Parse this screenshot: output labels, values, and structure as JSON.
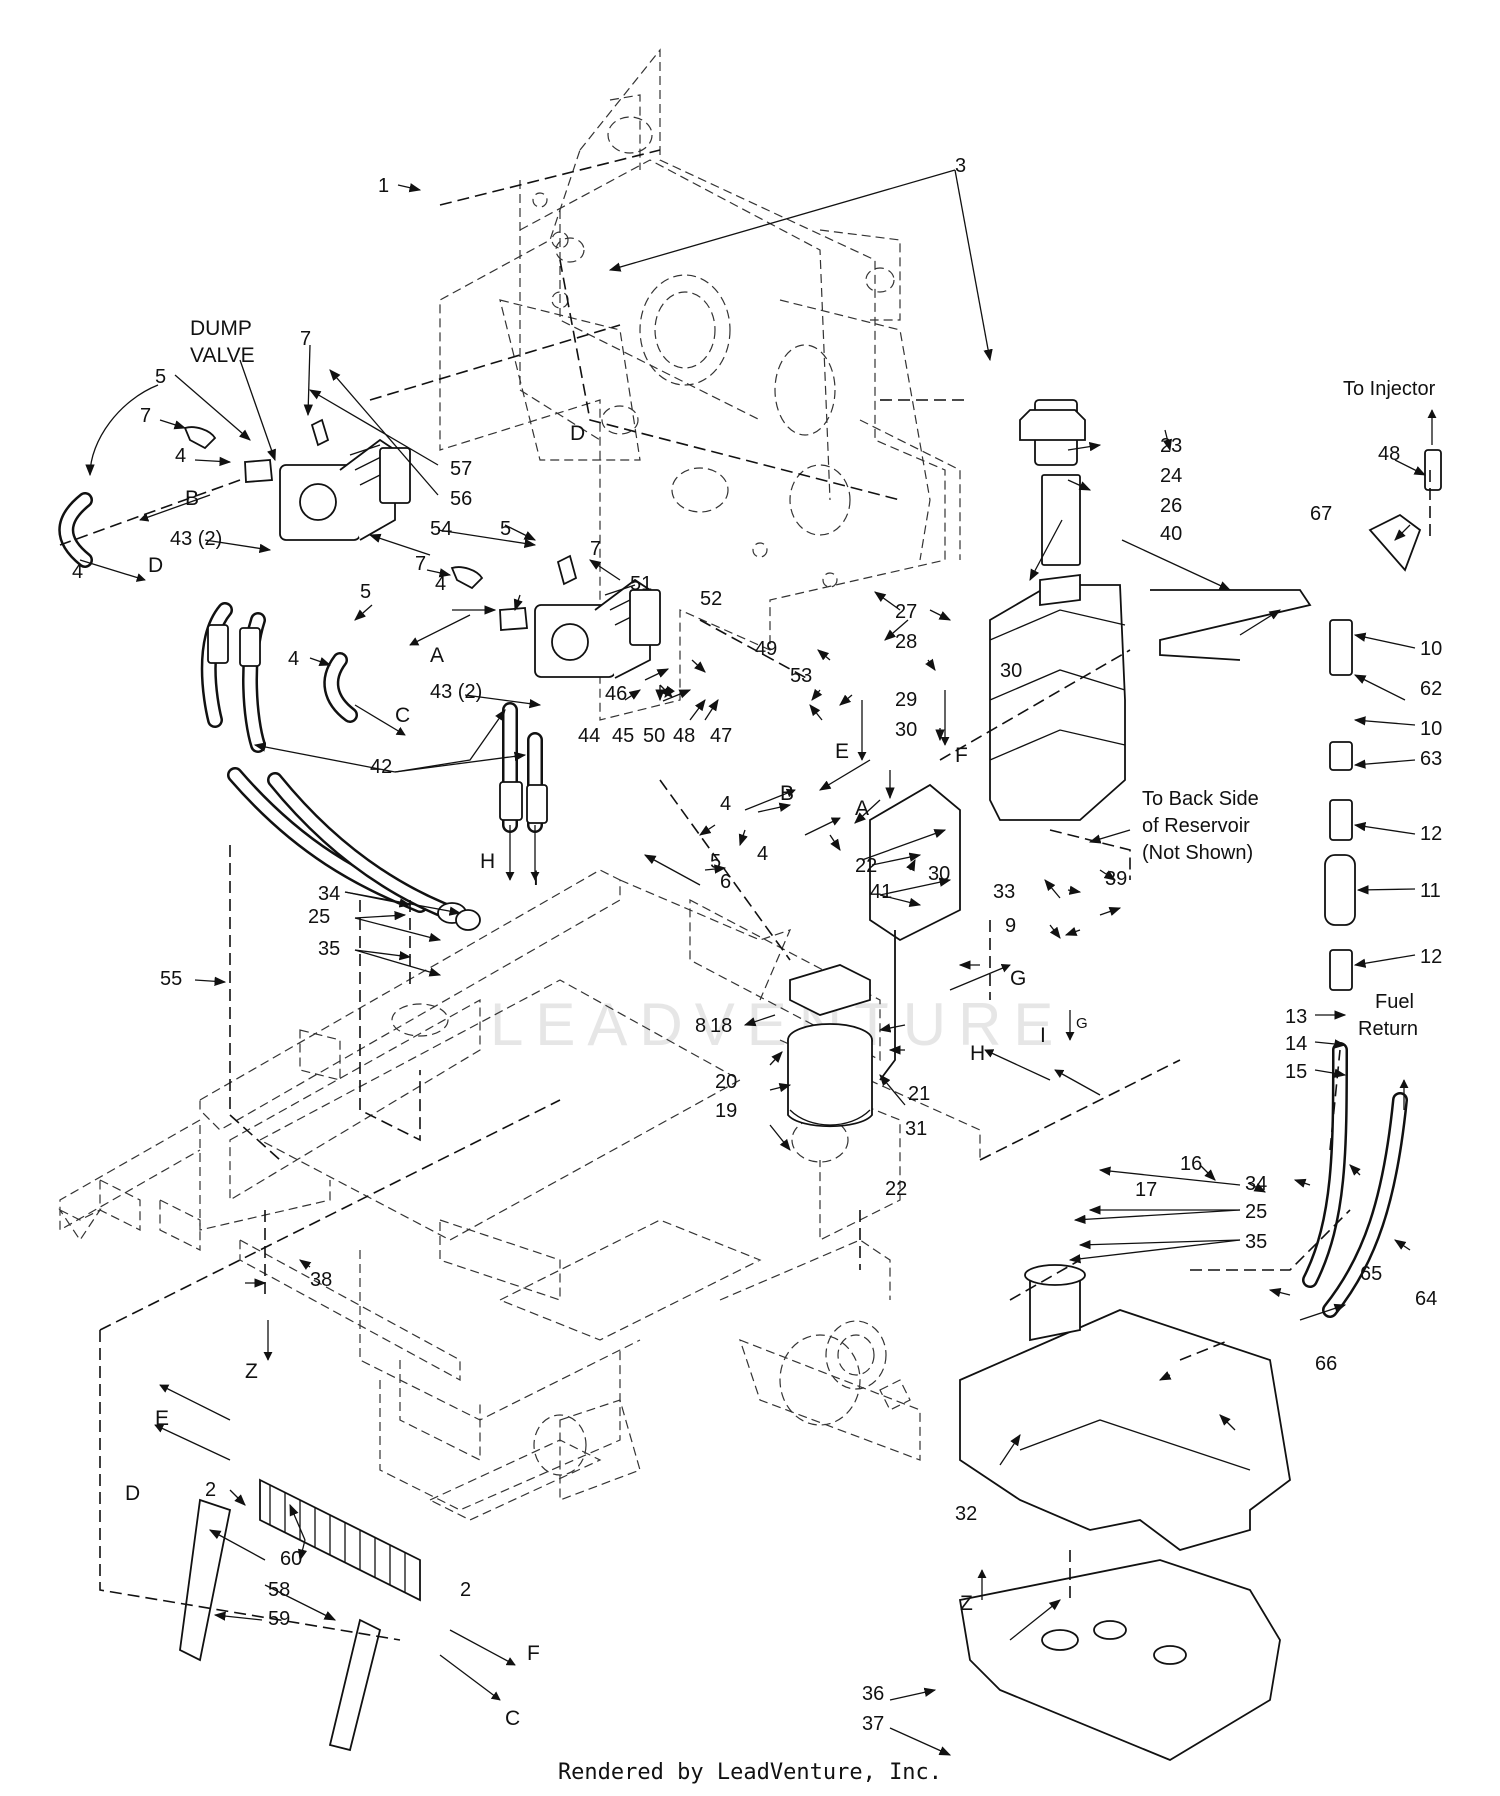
{
  "diagram": {
    "callouts": [
      "1",
      "2",
      "2",
      "3",
      "4",
      "4",
      "4",
      "4",
      "4",
      "4",
      "5",
      "5",
      "5",
      "5",
      "6",
      "7",
      "7",
      "7",
      "7",
      "8",
      "9",
      "10",
      "10",
      "11",
      "12",
      "12",
      "13",
      "14",
      "15",
      "16",
      "17",
      "18",
      "19",
      "20",
      "21",
      "22",
      "22",
      "23",
      "24",
      "25",
      "25",
      "26",
      "27",
      "28",
      "29",
      "30",
      "30",
      "30",
      "31",
      "32",
      "33",
      "34",
      "34",
      "35",
      "35",
      "36",
      "37",
      "38",
      "39",
      "40",
      "41",
      "42",
      "43 (2)",
      "43 (2)",
      "44",
      "45",
      "46",
      "47",
      "48",
      "48",
      "49",
      "50",
      "51",
      "52",
      "53",
      "54",
      "55",
      "56",
      "57",
      "58",
      "59",
      "60",
      "62",
      "63",
      "64",
      "65",
      "66",
      "67"
    ],
    "connection_letters": [
      "A",
      "A",
      "B",
      "B",
      "C",
      "C",
      "D",
      "D",
      "D",
      "E",
      "E",
      "F",
      "F",
      "G",
      "G",
      "H",
      "H",
      "I",
      "I",
      "Z",
      "Z"
    ],
    "notes": {
      "dump_valve_1": "DUMP",
      "dump_valve_2": "VALVE",
      "to_injector": "To Injector",
      "back_side_1": "To Back Side",
      "back_side_2": "of Reservoir",
      "back_side_3": "(Not Shown)",
      "fuel_return_1": "Fuel",
      "fuel_return_2": "Return"
    },
    "watermark": "LEADVENTURE"
  },
  "footer": {
    "credit": "Rendered by LeadVenture, Inc."
  }
}
